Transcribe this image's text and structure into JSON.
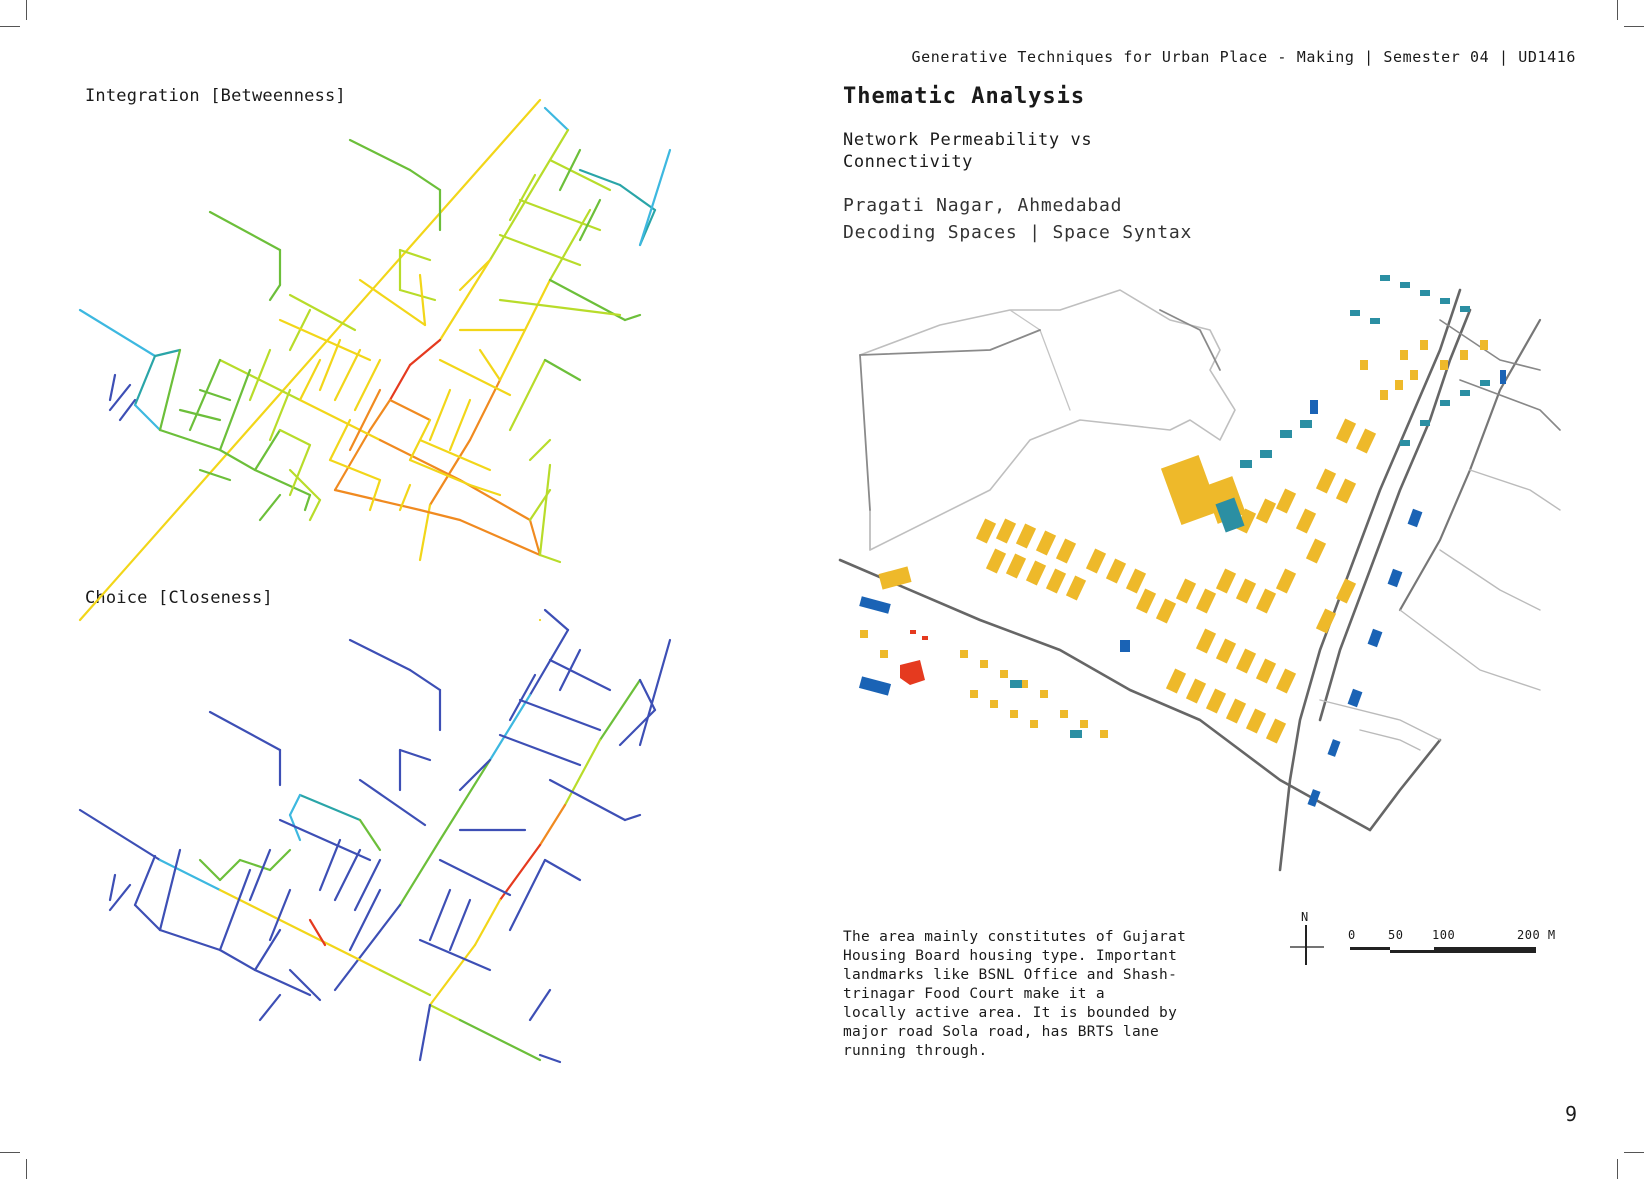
{
  "header": {
    "text": "Generative Techniques for Urban Place - Making | Semester 04 | UD1416"
  },
  "left": {
    "map1_label": "Integration [Betweenness]",
    "map2_label": "Choice [Closeness]"
  },
  "right": {
    "title": "Thematic Analysis",
    "subtitle_line1": "Network Permeability vs",
    "subtitle_line2": "Connectivity",
    "location": "Pragati Nagar, Ahmedabad",
    "method": "Decoding Spaces | Space Syntax",
    "description_lines": [
      "The area mainly constitutes of Gujarat",
      "Housing Board housing type. Important",
      "landmarks like BSNL Office and Shash-",
      "trinagar Food Court make it a",
      "locally active area. It is bounded by",
      "major road Sola road, has BRTS lane",
      "running through."
    ],
    "north": "N",
    "scale": {
      "t0": "0",
      "t1": "50",
      "t2": "100",
      "t3": "200 M"
    }
  },
  "page_number": "9",
  "colors": {
    "red": "#e53a1f",
    "orange": "#f08a20",
    "yellow": "#f2d619",
    "lime": "#b8dc2a",
    "green": "#6cbf3a",
    "teal": "#2aa5a8",
    "cyan": "#3db8e0",
    "blue": "#3d4fb5",
    "building_yellow": "#eeb92a",
    "building_teal": "#2b8fa3",
    "building_blue": "#1a63b5",
    "road_gray": "#8a8a8a"
  }
}
